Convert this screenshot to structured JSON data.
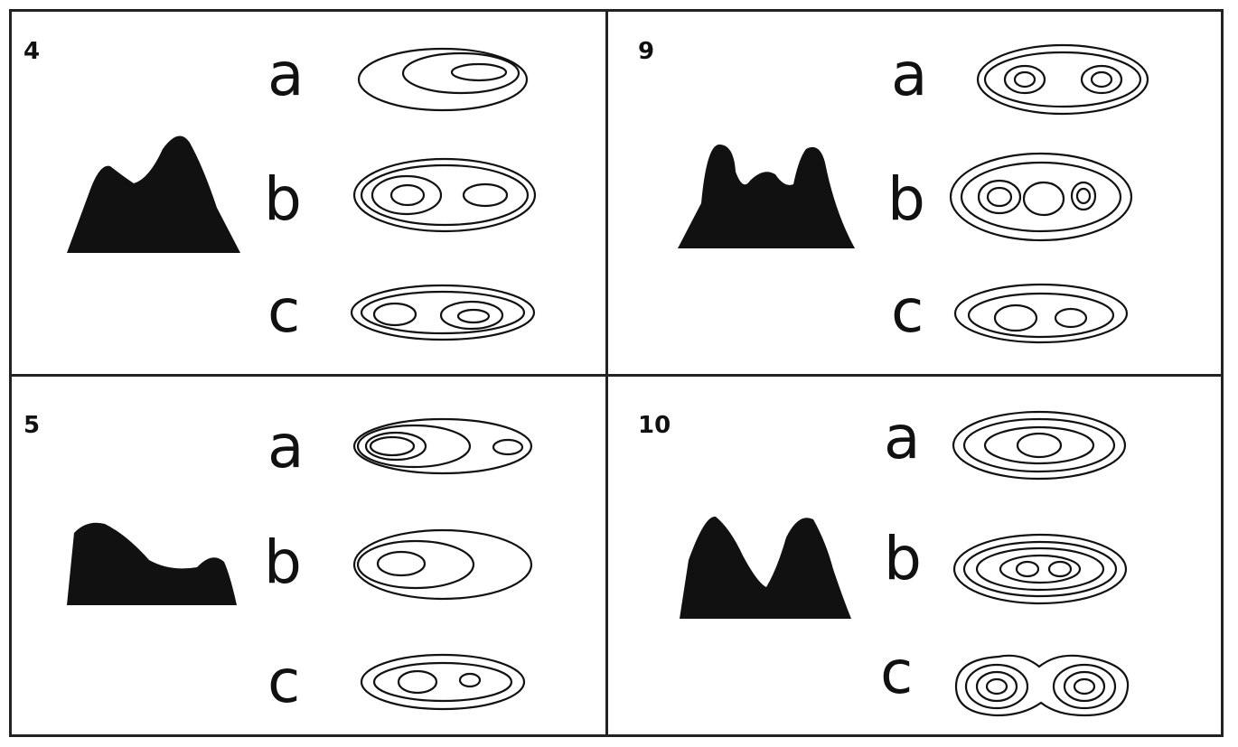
{
  "panels": [
    {
      "number": "4",
      "options": [
        "a",
        "b",
        "c"
      ]
    },
    {
      "number": "9",
      "options": [
        "a",
        "b",
        "c"
      ]
    },
    {
      "number": "5",
      "options": [
        "a",
        "b",
        "c"
      ]
    },
    {
      "number": "10",
      "options": [
        "a",
        "b",
        "c"
      ]
    }
  ],
  "colors": {
    "ink": "#111111",
    "border": "#222222",
    "background": "#ffffff"
  }
}
